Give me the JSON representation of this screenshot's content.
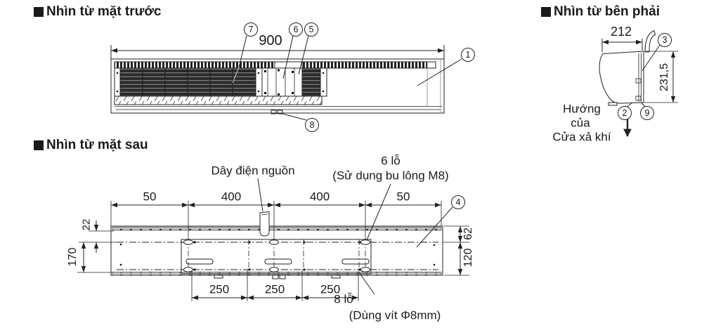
{
  "sections": {
    "front": {
      "title": "Nhìn từ mặt trước"
    },
    "right_side": {
      "title": "Nhìn từ bên phải"
    },
    "rear": {
      "title": "Nhìn từ mặt sau"
    }
  },
  "front_view": {
    "width_dim": "900"
  },
  "right_view": {
    "depth_dim": "212",
    "height_dim": "231,5",
    "airflow_line1": "Hướng",
    "airflow_line2": "của",
    "airflow_line3": "Cửa xả khí"
  },
  "rear_view": {
    "power_cord_label": "Dây điện nguồn",
    "holes6_line1": "6 lỗ",
    "holes6_line2": "(Sử dụng bu lông M8)",
    "holes8_line1": "8 lỗ",
    "holes8_line2": "(Dùng vít Φ8mm)",
    "top_dims": [
      "50",
      "400",
      "400",
      "50"
    ],
    "bottom_dims": [
      "250",
      "250",
      "250"
    ],
    "left_dims": {
      "d22": "22",
      "d170": "170"
    },
    "right_dims": {
      "d62": "62",
      "d120": "120"
    }
  },
  "callouts": {
    "c1": "1",
    "c2": "2",
    "c3": "3",
    "c4": "4",
    "c5": "5",
    "c6": "6",
    "c7": "7",
    "c8": "8",
    "c9": "9"
  },
  "colors": {
    "line": "#222222",
    "grille_dark": "#2b2b2b",
    "rail_gray": "#c2c2c2"
  }
}
